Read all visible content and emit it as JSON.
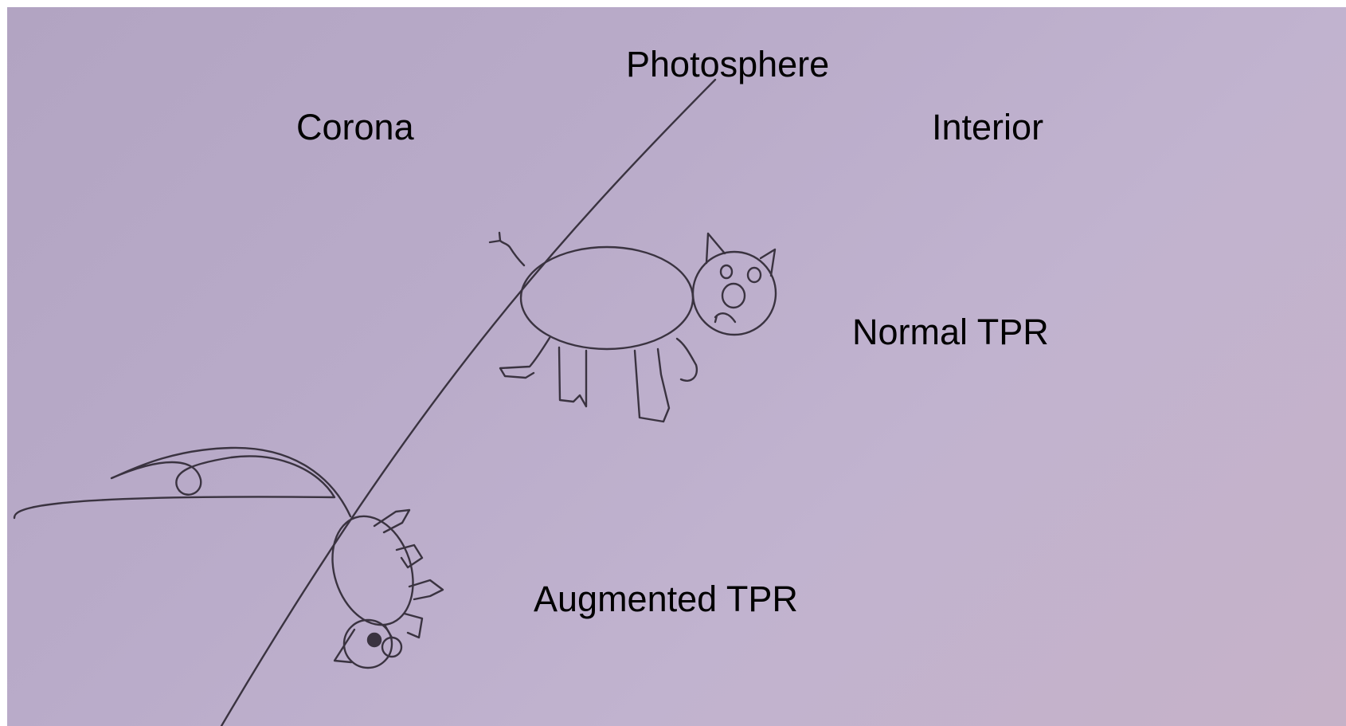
{
  "labels": {
    "photosphere": "Photosphere",
    "corona": "Corona",
    "interior": "Interior",
    "normal_tpr": "Normal TPR",
    "augmented_tpr": "Augmented TPR"
  },
  "colors": {
    "paper": "#b9abc9",
    "ink": "#3a3340",
    "text": "#000000"
  }
}
